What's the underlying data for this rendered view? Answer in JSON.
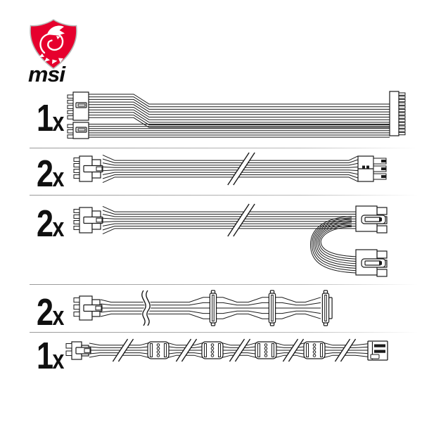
{
  "brand": {
    "logo_text": "msi",
    "shield_fill": "#e6002d",
    "shield_outline": "#b8b8b8",
    "dragon_color": "#ffffff"
  },
  "line_color": "#1a1a1a",
  "divider_color": "#a6a6a6",
  "rows": [
    {
      "qty_num": "1",
      "qty_suffix": "x",
      "icon": "atx-24pin-cable-icon"
    },
    {
      "qty_num": "2",
      "qty_suffix": "x",
      "icon": "eps-4plus4-cpu-cable-icon"
    },
    {
      "qty_num": "2",
      "qty_suffix": "x",
      "icon": "pcie-dual-6plus2-cable-icon"
    },
    {
      "qty_num": "2",
      "qty_suffix": "x",
      "icon": "sata-power-cable-icon"
    },
    {
      "qty_num": "1",
      "qty_suffix": "x",
      "icon": "molex-peripheral-cable-icon"
    }
  ]
}
